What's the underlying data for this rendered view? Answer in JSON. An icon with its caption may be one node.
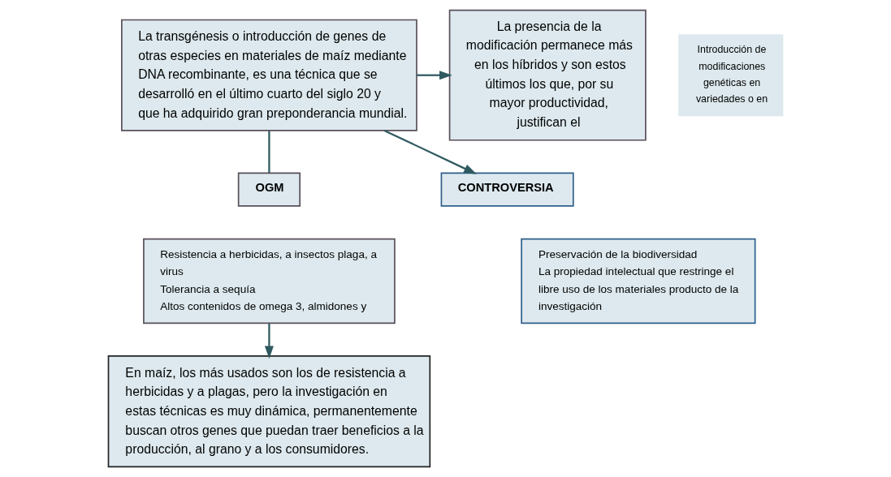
{
  "diagram": {
    "nodes": [
      {
        "text": [
          "La transgénesis o introducción de genes de otras especies en materiales de maíz mediante DNA recombinante, es una técnica que se desarrolló en el último cuarto del siglo 20 y que ha adquirido gran preponderancia mundial."
        ]
      },
      {
        "text": [
          "Introducción de modificaciones genéticas en variedades o en"
        ]
      },
      {
        "text": [
          "La presencia de la modificación permanece más en los híbridos y son estos últimos los que, por su mayor productividad, justifican el"
        ]
      },
      {
        "text": [
          "OGM"
        ]
      },
      {
        "text": [
          "Resistencia a herbicidas, a insectos plaga, a virus",
          "Tolerancia a sequía",
          "Altos contenidos de omega 3, almidones y"
        ]
      },
      {
        "text": [
          "CONTROVERSIA"
        ]
      },
      {
        "text": [
          "Preservación de la biodiversidad",
          "La propiedad intelectual que restringe el libre uso de los materiales producto de la investigación"
        ]
      },
      {
        "text": [
          "En maíz, los más usados son los de resistencia a herbicidas y a plagas, pero la investigación en estas técnicas es muy dinámica, permanentemente buscan otros genes que puedan traer beneficios a la producción, al grano y a los consumidores."
        ]
      }
    ],
    "edges": [
      {
        "from": 0,
        "to": 3,
        "arrow": "none"
      },
      {
        "from": 0,
        "to": 2,
        "arrow": "to"
      },
      {
        "from": 0,
        "to": 5,
        "arrow": "to"
      },
      {
        "from": 4,
        "to": 7,
        "arrow": "to"
      }
    ]
  }
}
